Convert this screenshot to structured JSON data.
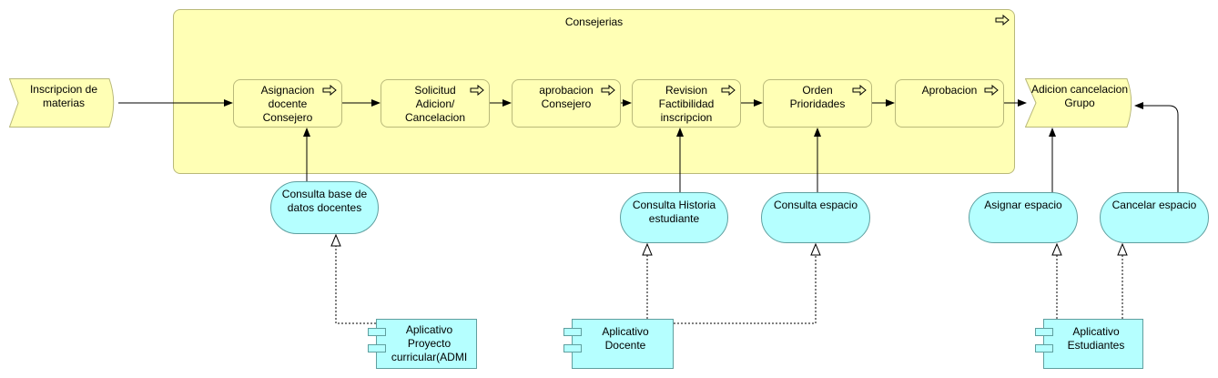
{
  "diagram": {
    "group": {
      "title": "Consejerias"
    },
    "events": {
      "start": "Inscripcion de\nmaterias",
      "end": "Adicion cancelacion\nGrupo"
    },
    "processes": [
      "Asignacion\ndocente\nConsejero",
      "Solicitud\nAdicion/\nCancelacion",
      "aprobacion\nConsejero",
      "Revision\nFactibilidad\ninscripcion",
      "Orden\nPrioridades",
      "Aprobacion"
    ],
    "services": [
      "Consulta base de\ndatos docentes",
      "Consulta Historia\nestudiante",
      "Consulta espacio",
      "Asignar espacio",
      "Cancelar espacio"
    ],
    "components": [
      "Aplicativo\nProyecto\ncurricular(ADMI",
      "Aplicativo\nDocente",
      "Aplicativo\nEstudiantes"
    ]
  }
}
